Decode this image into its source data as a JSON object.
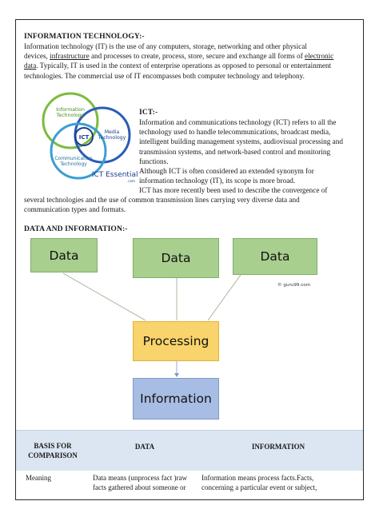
{
  "it_section": {
    "heading": "INFORMATION TECHNOLOGY:-",
    "line1": "Information technology (IT) is the use of any computers, storage, networking and other physical",
    "line2_a": "devices, ",
    "line2_link1": "infrastructure",
    "line2_b": " and processes to create, process, store, secure and exchange all forms of ",
    "line2_link2": "electronic",
    "line3_link": "data",
    "line3_b": ". Typically, IT is used in the context of enterprise operations as opposed to personal or entertainment",
    "line4": "technologies. The commercial use of IT encompasses both computer technology and telephony."
  },
  "ict_logo": {
    "circle1": [
      "Information",
      "Technology"
    ],
    "circle2": [
      "Media",
      "Technology"
    ],
    "circle3": [
      "Communication",
      "Technology"
    ],
    "center": "ICT",
    "brand": "ICT Essentials",
    "brand_suffix": ".com",
    "colors": {
      "green": "#7dbb3c",
      "blue": "#2a5cb8",
      "teal": "#3a9fd1",
      "navy": "#1a3d8f"
    }
  },
  "ict_section": {
    "heading": "ICT:-",
    "lines": [
      "Information and communications technology (ICT) refers to all the",
      "technology used to handle telecommunications, broadcast media,",
      "intelligent building management systems, audiovisual processing and",
      "transmission systems, and network-based control and monitoring",
      "functions.",
      "Although ICT is often considered an extended synonym for",
      "information technology (IT), its scope is more broad.",
      "ICT has more recently been used to describe the convergence of"
    ],
    "full_lines": [
      "several technologies and the use of common transmission lines carrying very diverse data and",
      "communication types and formats."
    ]
  },
  "data_info_section": {
    "heading": "DATA AND INFORMATION:-"
  },
  "diagram": {
    "data_boxes": [
      "Data",
      "Data",
      "Data"
    ],
    "processing": "Processing",
    "information": "Information",
    "credit": "© guru99.com"
  },
  "comparison_table": {
    "headers": [
      "BASIS FOR COMPARISON",
      "DATA",
      "INFORMATION"
    ],
    "header_col1_lines": [
      "BASIS FOR",
      "COMPARISON"
    ],
    "rows": [
      {
        "basis": "Meaning",
        "data_lines": [
          "Data means (unprocess fact )raw",
          "facts gathered about someone or"
        ],
        "info_lines": [
          "Information means process facts.Facts,",
          "concerning a particular event or subject,"
        ]
      }
    ]
  }
}
